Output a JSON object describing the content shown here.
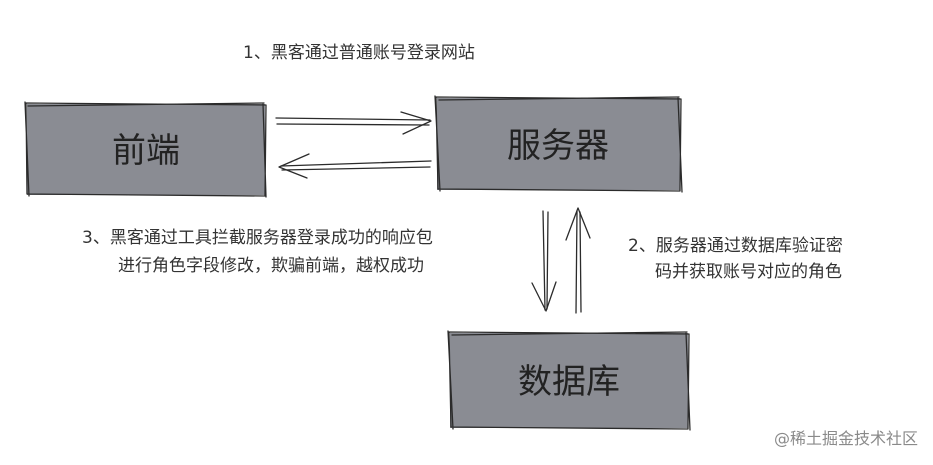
{
  "colors": {
    "box_fill": "#8a8c93",
    "stroke": "#2b2b2b",
    "text": "#333333",
    "watermark": "#8a8a8a"
  },
  "nodes": {
    "frontend": {
      "label": "前端"
    },
    "server": {
      "label": "服务器"
    },
    "database": {
      "label": "数据库"
    }
  },
  "steps": {
    "step1": {
      "line1": "1、黑客通过普通账号登录网站"
    },
    "step2": {
      "line1": "2、服务器通过数据库验证密",
      "line2": "码并获取账号对应的角色"
    },
    "step3": {
      "line1": "3、黑客通过工具拦截服务器登录成功的响应包",
      "line2": "进行角色字段修改，欺骗前端，越权成功"
    }
  },
  "watermark": {
    "text": "@稀土掘金技术社区"
  }
}
